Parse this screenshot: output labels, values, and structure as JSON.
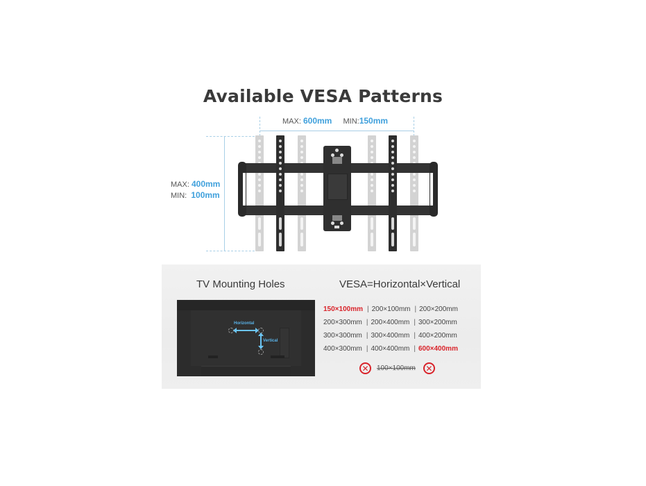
{
  "title": "Available VESA Patterns",
  "dimensions": {
    "horizontal": {
      "max_label": "MAX:",
      "max_value": "600mm",
      "min_label": "MIN:",
      "min_value": "150mm"
    },
    "vertical": {
      "max_label": "MAX:",
      "max_value": "400mm",
      "min_label": "MIN:",
      "min_value": "100mm"
    }
  },
  "colors": {
    "accent_blue": "#3fa0dc",
    "highlight_red": "#d9232a",
    "mount_dark": "#2e2e2e",
    "rail_faded": "#d3d3d3"
  },
  "panel": {
    "left_heading": "TV Mounting Holes",
    "right_heading": "VESA=Horizontal×Vertical",
    "tv_labels": {
      "horizontal": "Horizontal",
      "vertical": "Vertical"
    },
    "vesa_rows": [
      [
        {
          "text": "150×100mm",
          "highlight": true
        },
        {
          "text": "200×100mm"
        },
        {
          "text": "200×200mm"
        }
      ],
      [
        {
          "text": "200×300mm"
        },
        {
          "text": "200×400mm"
        },
        {
          "text": "300×200mm"
        }
      ],
      [
        {
          "text": "300×300mm"
        },
        {
          "text": "300×400mm"
        },
        {
          "text": "400×200mm"
        }
      ],
      [
        {
          "text": "400×300mm"
        },
        {
          "text": "400×400mm"
        },
        {
          "text": "600×400mm",
          "highlight": true
        }
      ]
    ],
    "vesa": {
      "r0c0": "150×100mm",
      "r0c1": "200×100mm",
      "r0c2": "200×200mm",
      "r1c0": "200×300mm",
      "r1c1": "200×400mm",
      "r1c2": "300×200mm",
      "r2c0": "300×300mm",
      "r2c1": "300×400mm",
      "r2c2": "400×200mm",
      "r3c0": "400×300mm",
      "r3c1": "400×400mm",
      "r3c2": "600×400mm"
    },
    "separator": "|",
    "unsupported": {
      "text": "100×100mm",
      "icon": "x-circle-icon",
      "icon_glyph": "✕"
    }
  }
}
